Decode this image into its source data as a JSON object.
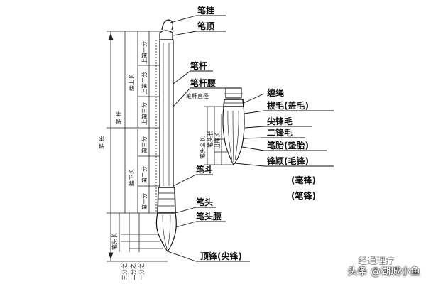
{
  "labels": {
    "bi_gua": "笔挂",
    "bi_ding": "笔顶",
    "bi_gan": "笔杆",
    "bi_gan_yao": "笔杆腰",
    "bi_dou": "笔斗",
    "bi_tou": "笔头",
    "bi_tou_yao": "笔头腰",
    "ding_feng": "顶锋(尖锋)",
    "chan_sheng": "缠绳",
    "ba_mao": "拔毛(盖毛)",
    "jian_feng_mao": "尖锋毛",
    "er_feng_mao": "二锋毛",
    "bi_tai": "笔胎(垫胎)",
    "feng_ying": "锋颖(毛锋)",
    "hao_feng": "(毫锋)",
    "bi_feng": "(笔锋)"
  },
  "vertical_labels": {
    "bi_chang": "笔 长",
    "bi_gan": "笔 杆",
    "yao_shang_chang": "腰上长",
    "shang_di_yi_fen": "上第一分",
    "shang_di_er_fen": "上第二分",
    "shang_di_san_fen": "上第三分",
    "yao_xia_chang": "腰下长",
    "di_san_fen": "第三分",
    "di_er_fen": "第二分",
    "di_yi_fen": "第一分",
    "bi_tou_chang": "笔头长",
    "bi_gan_zhi_jing": "笔杆直径",
    "bi_tou_quan_chang": "笔头全长",
    "bi_tou_chang_2": "笔头长",
    "chu_feng_chang": "出锋长",
    "san_fen_zhi": "三分之",
    "er_fen_zhi": "二分之",
    "yi_fen_zhi": "一分之"
  },
  "watermark": {
    "logo_text": "经通理疗",
    "credit": "头条 @湖城小鱼"
  }
}
